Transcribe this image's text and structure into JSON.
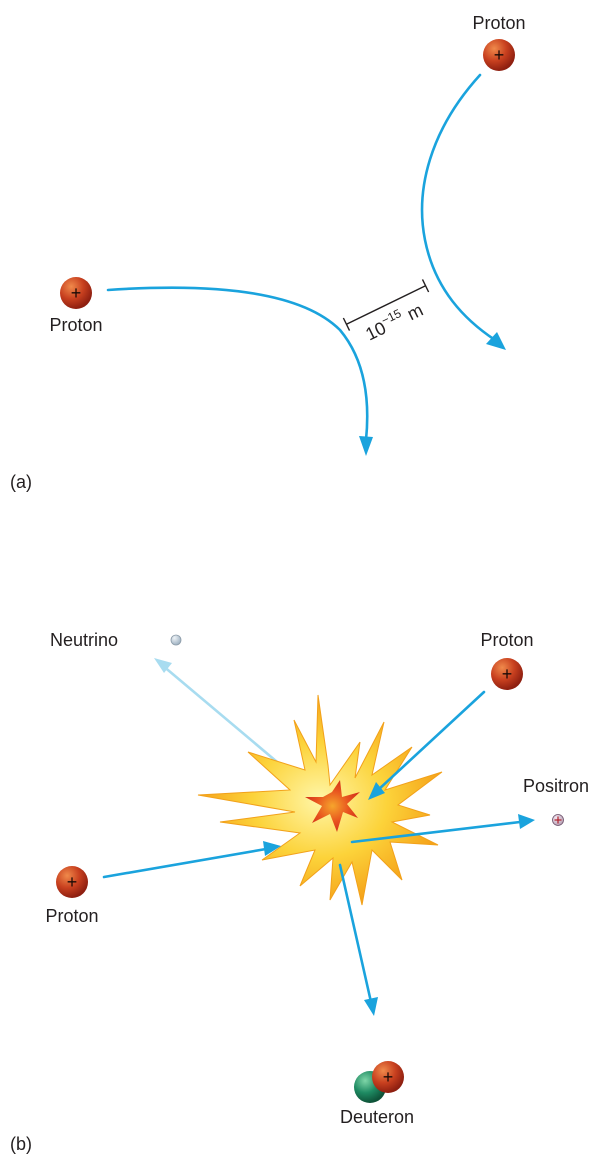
{
  "colors": {
    "path": "#1aa3dd",
    "neutrino_path": "#a8dcf0",
    "proton_fill": "#c0392b",
    "neutron_fill": "#1e8a62",
    "neutrino_fill": "#b7c7d3",
    "burst_outer": "#f6b21b",
    "burst_inner": "#e2401d"
  },
  "panel_a": {
    "label": "(a)",
    "proton_top_label": "Proton",
    "proton_left_label": "Proton",
    "plus_symbol": "+",
    "scale_base": "10",
    "scale_exponent": "−15",
    "scale_unit": "m"
  },
  "panel_b": {
    "label": "(b)",
    "neutrino_label": "Neutrino",
    "proton_top_label": "Proton",
    "proton_left_label": "Proton",
    "positron_label": "Positron",
    "deuteron_label": "Deuteron",
    "plus_symbol": "+"
  }
}
